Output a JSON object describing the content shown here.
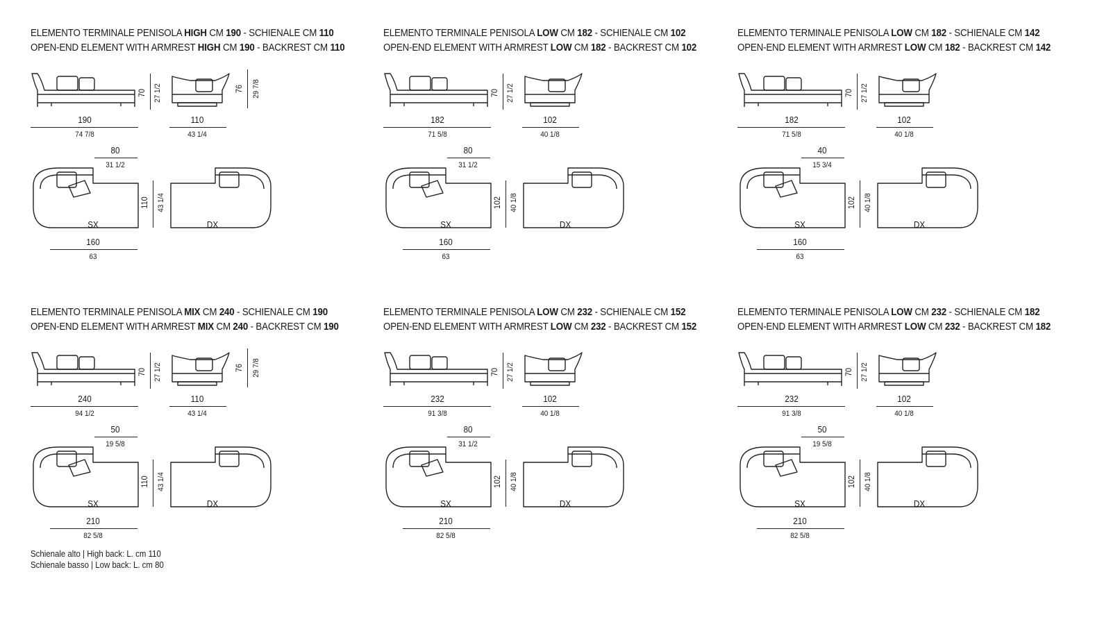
{
  "panels": [
    {
      "it_a": "ELEMENTO TERMINALE PENISOLA ",
      "it_b": "HIGH",
      "it_c": " CM ",
      "it_d": "190",
      "it_e": " - SCHIENALE CM ",
      "it_f": "110",
      "en_a": "OPEN-END ELEMENT WITH ARMREST ",
      "en_b": "HIGH",
      "en_c": " CM ",
      "en_d": "190",
      "en_e": " - BACKREST CM ",
      "en_f": "110",
      "chaise_height_cm": "70",
      "chaise_height_in": "27 1/2",
      "chaise_w_cm": "190",
      "chaise_w_in": "74 7/8",
      "back_height_cm": "76",
      "back_height_in": "29 7/8",
      "back_w_cm": "110",
      "back_w_in": "43 1/4",
      "arm_w_cm": "80",
      "arm_w_in": "31 1/2",
      "depth_cm": "110",
      "depth_in": "43 1/4",
      "plan_w_cm": "160",
      "plan_w_in": "63",
      "sx": "SX",
      "dx": "DX"
    },
    {
      "it_a": "ELEMENTO TERMINALE PENISOLA ",
      "it_b": "LOW",
      "it_c": " CM ",
      "it_d": "182",
      "it_e": " - SCHIENALE CM ",
      "it_f": "102",
      "en_a": "OPEN-END ELEMENT WITH ARMREST ",
      "en_b": "LOW",
      "en_c": " CM ",
      "en_d": "182",
      "en_e": " - BACKREST CM ",
      "en_f": "102",
      "chaise_height_cm": "70",
      "chaise_height_in": "27 1/2",
      "chaise_w_cm": "182",
      "chaise_w_in": "71 5/8",
      "back_height_cm": "",
      "back_height_in": "",
      "back_w_cm": "102",
      "back_w_in": "40 1/8",
      "arm_w_cm": "80",
      "arm_w_in": "31 1/2",
      "depth_cm": "102",
      "depth_in": "40 1/8",
      "plan_w_cm": "160",
      "plan_w_in": "63",
      "sx": "SX",
      "dx": "DX"
    },
    {
      "it_a": "ELEMENTO TERMINALE PENISOLA ",
      "it_b": "LOW",
      "it_c": " CM ",
      "it_d": "182",
      "it_e": " - SCHIENALE CM ",
      "it_f": "142",
      "en_a": "OPEN-END ELEMENT WITH ARMREST ",
      "en_b": "LOW",
      "en_c": " CM ",
      "en_d": "182",
      "en_e": " - BACKREST CM ",
      "en_f": "142",
      "chaise_height_cm": "70",
      "chaise_height_in": "27 1/2",
      "chaise_w_cm": "182",
      "chaise_w_in": "71 5/8",
      "back_height_cm": "",
      "back_height_in": "",
      "back_w_cm": "102",
      "back_w_in": "40 1/8",
      "arm_w_cm": "40",
      "arm_w_in": "15 3/4",
      "depth_cm": "102",
      "depth_in": "40 1/8",
      "plan_w_cm": "160",
      "plan_w_in": "63",
      "sx": "SX",
      "dx": "DX"
    },
    {
      "it_a": "ELEMENTO TERMINALE PENISOLA ",
      "it_b": "MIX",
      "it_c": " CM ",
      "it_d": "240",
      "it_e": " - SCHIENALE CM ",
      "it_f": "190",
      "en_a": "OPEN-END ELEMENT WITH ARMREST ",
      "en_b": "MIX",
      "en_c": " CM ",
      "en_d": "240",
      "en_e": " - BACKREST CM ",
      "en_f": "190",
      "chaise_height_cm": "70",
      "chaise_height_in": "27 1/2",
      "chaise_w_cm": "240",
      "chaise_w_in": "94 1/2",
      "back_height_cm": "76",
      "back_height_in": "29 7/8",
      "back_w_cm": "110",
      "back_w_in": "43 1/4",
      "arm_w_cm": "50",
      "arm_w_in": "19 5/8",
      "depth_cm": "110",
      "depth_in": "43 1/4",
      "plan_w_cm": "210",
      "plan_w_in": "82 5/8",
      "sx": "SX",
      "dx": "DX"
    },
    {
      "it_a": "ELEMENTO TERMINALE PENISOLA ",
      "it_b": "LOW",
      "it_c": " CM ",
      "it_d": "232",
      "it_e": " - SCHIENALE CM ",
      "it_f": "152",
      "en_a": "OPEN-END ELEMENT WITH ARMREST ",
      "en_b": "LOW",
      "en_c": " CM ",
      "en_d": "232",
      "en_e": " - BACKREST CM ",
      "en_f": "152",
      "chaise_height_cm": "70",
      "chaise_height_in": "27 1/2",
      "chaise_w_cm": "232",
      "chaise_w_in": "91 3/8",
      "back_height_cm": "",
      "back_height_in": "",
      "back_w_cm": "102",
      "back_w_in": "40 1/8",
      "arm_w_cm": "80",
      "arm_w_in": "31 1/2",
      "depth_cm": "102",
      "depth_in": "40 1/8",
      "plan_w_cm": "210",
      "plan_w_in": "82 5/8",
      "sx": "SX",
      "dx": "DX"
    },
    {
      "it_a": "ELEMENTO TERMINALE PENISOLA ",
      "it_b": "LOW",
      "it_c": " CM ",
      "it_d": "232",
      "it_e": " - SCHIENALE CM ",
      "it_f": "182",
      "en_a": "OPEN-END ELEMENT WITH ARMREST ",
      "en_b": "LOW",
      "en_c": " CM ",
      "en_d": "232",
      "en_e": " - BACKREST CM ",
      "en_f": "182",
      "chaise_height_cm": "70",
      "chaise_height_in": "27 1/2",
      "chaise_w_cm": "232",
      "chaise_w_in": "91 3/8",
      "back_height_cm": "",
      "back_height_in": "",
      "back_w_cm": "102",
      "back_w_in": "40 1/8",
      "arm_w_cm": "50",
      "arm_w_in": "19 5/8",
      "depth_cm": "102",
      "depth_in": "40 1/8",
      "plan_w_cm": "210",
      "plan_w_in": "82 5/8",
      "sx": "SX",
      "dx": "DX"
    }
  ],
  "notes": {
    "high_back": "Schienale alto | High back: L. cm 110",
    "low_back": "Schienale basso | Low back: L. cm 80"
  }
}
